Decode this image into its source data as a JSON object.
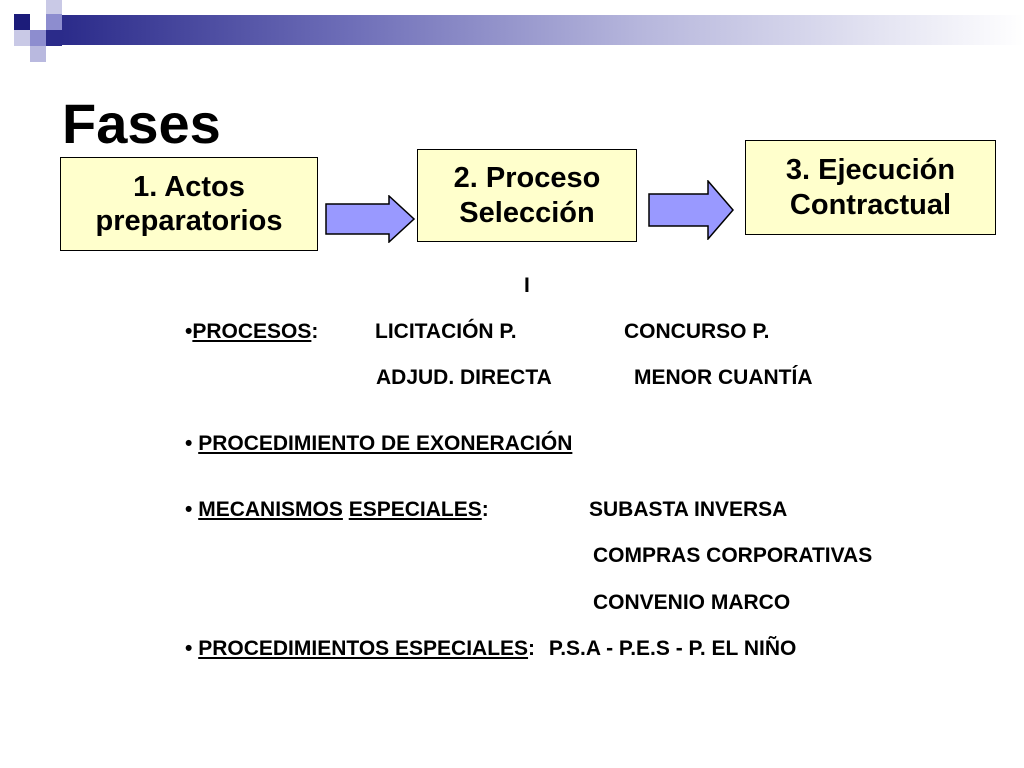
{
  "title": "Fases",
  "phases": [
    {
      "label": "1. Actos\npreparatorios"
    },
    {
      "label": "2. Proceso\nSelección"
    },
    {
      "label": "3. Ejecución\nContractual"
    }
  ],
  "roman": "I",
  "procesos": {
    "bullet": "•",
    "label": "PROCESOS",
    "colon": ":",
    "items": [
      "LICITACIÓN P.",
      "CONCURSO P.",
      "ADJUD. DIRECTA",
      "MENOR CUANTÍA"
    ]
  },
  "exoneracion": {
    "bullet": "•",
    "label": "PROCEDIMIENTO DE EXONERACIÓN"
  },
  "mecanismos": {
    "bullet": "•",
    "label_1": "MECANISMOS",
    "label_2": "ESPECIALES",
    "colon": ":",
    "items": [
      "SUBASTA INVERSA",
      "COMPRAS CORPORATIVAS",
      "CONVENIO MARCO"
    ]
  },
  "procedimientos": {
    "bullet": "•",
    "label": "PROCEDIMIENTOS ESPECIALES",
    "colon": ":",
    "value": "P.S.A - P.E.S - P. EL NIÑO"
  },
  "colors": {
    "box_fill": "#ffffcc",
    "arrow_fill": "#9999ff",
    "header_dark": "#1c1c7a"
  }
}
